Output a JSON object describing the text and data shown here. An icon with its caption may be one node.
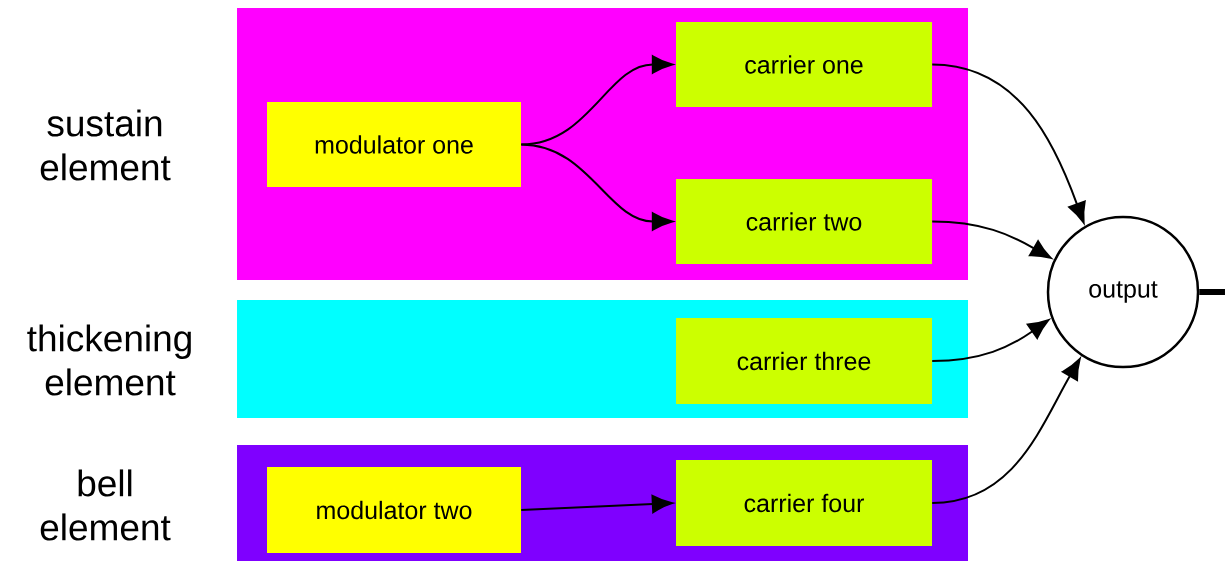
{
  "diagram": {
    "nodes": [
      {
        "text": [
          "sustain element"
        ]
      },
      {
        "text": [
          "modulator one"
        ],
        "in": 0
      },
      {
        "text": [
          "carrier one"
        ],
        "in": 0
      },
      {
        "text": [
          "carrier two"
        ],
        "in": 0
      },
      {
        "text": [
          "thickening element"
        ]
      },
      {
        "text": [
          "carrier three"
        ],
        "in": 4
      },
      {
        "text": [
          "bell element"
        ]
      },
      {
        "text": [
          "modulator two"
        ],
        "in": 6
      },
      {
        "text": [
          "carrier four"
        ],
        "in": 6
      },
      {
        "text": [
          "output"
        ]
      }
    ],
    "edges": [
      {
        "from": 1,
        "to": 2,
        "arrow": "to"
      },
      {
        "from": 1,
        "to": 3,
        "arrow": "to"
      },
      {
        "from": 2,
        "to": 9,
        "arrow": "to"
      },
      {
        "from": 3,
        "to": 9,
        "arrow": "to"
      },
      {
        "from": 5,
        "to": 9,
        "arrow": "to"
      },
      {
        "from": 7,
        "to": 8,
        "arrow": "to"
      },
      {
        "from": 8,
        "to": 9,
        "arrow": "to"
      },
      {
        "from": 9,
        "to": null,
        "arrow": "none",
        "style": "thick"
      }
    ]
  }
}
